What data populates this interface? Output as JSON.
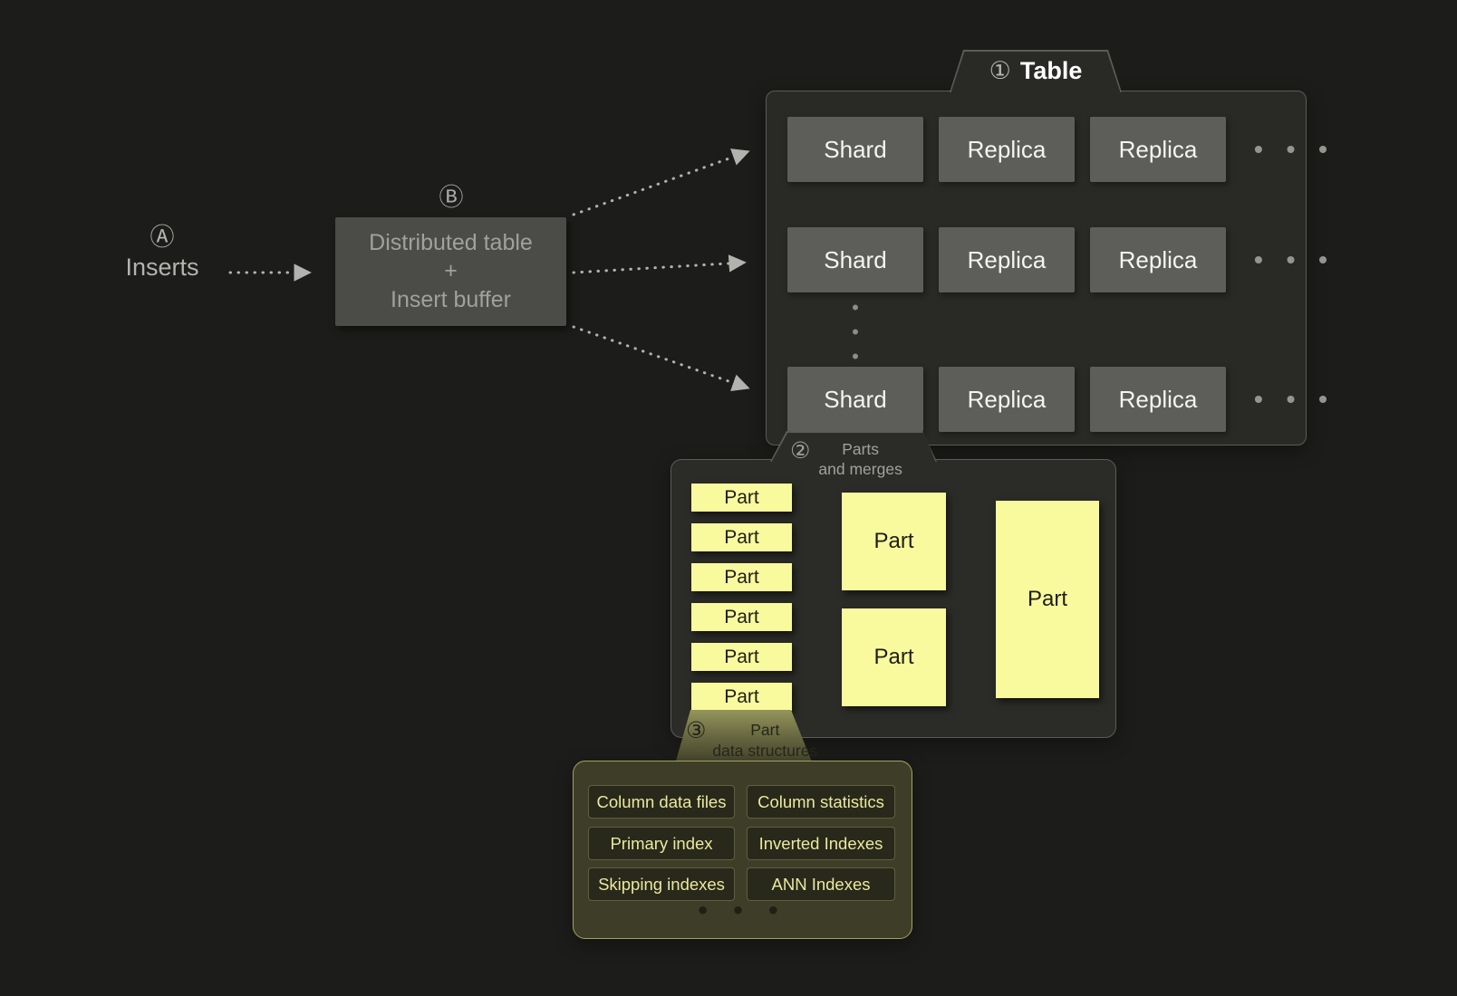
{
  "colors": {
    "background": "#1c1c1a",
    "panel_bg": "#292926",
    "panel_border": "#5b5b58",
    "gray_box": "#5d5d5a",
    "yellow": "#f9f99e",
    "data_panel_bg": "#3e3e28",
    "data_panel_border": "#a3a361",
    "arrow": "#b2b2ae"
  },
  "inserts": {
    "marker": "Ⓐ",
    "label": "Inserts"
  },
  "distributed": {
    "marker": "Ⓑ",
    "lines": [
      "Distributed table",
      "+",
      "Insert buffer"
    ]
  },
  "table_panel": {
    "marker": "①",
    "title": "Table",
    "row_ellipsis": "• • •",
    "dot": "•",
    "rows": [
      {
        "cells": [
          "Shard",
          "Replica",
          "Replica"
        ]
      },
      {
        "cells": [
          "Shard",
          "Replica",
          "Replica"
        ]
      },
      {
        "cells": [
          "Shard",
          "Replica",
          "Replica"
        ]
      }
    ]
  },
  "parts_panel": {
    "marker": "②",
    "title_line1": "Parts",
    "title_line2": "and merges",
    "source_parts": [
      "Part",
      "Part",
      "Part",
      "Part",
      "Part",
      "Part"
    ],
    "merged_parts": [
      "Part",
      "Part"
    ],
    "final_part": "Part"
  },
  "data_panel": {
    "marker": "③",
    "title_line1": "Part",
    "title_line2": "data structures",
    "items": [
      "Column data files",
      "Column statistics",
      "Primary index",
      "Inverted Indexes",
      "Skipping indexes",
      "ANN Indexes"
    ],
    "ellipsis": "• • •"
  }
}
